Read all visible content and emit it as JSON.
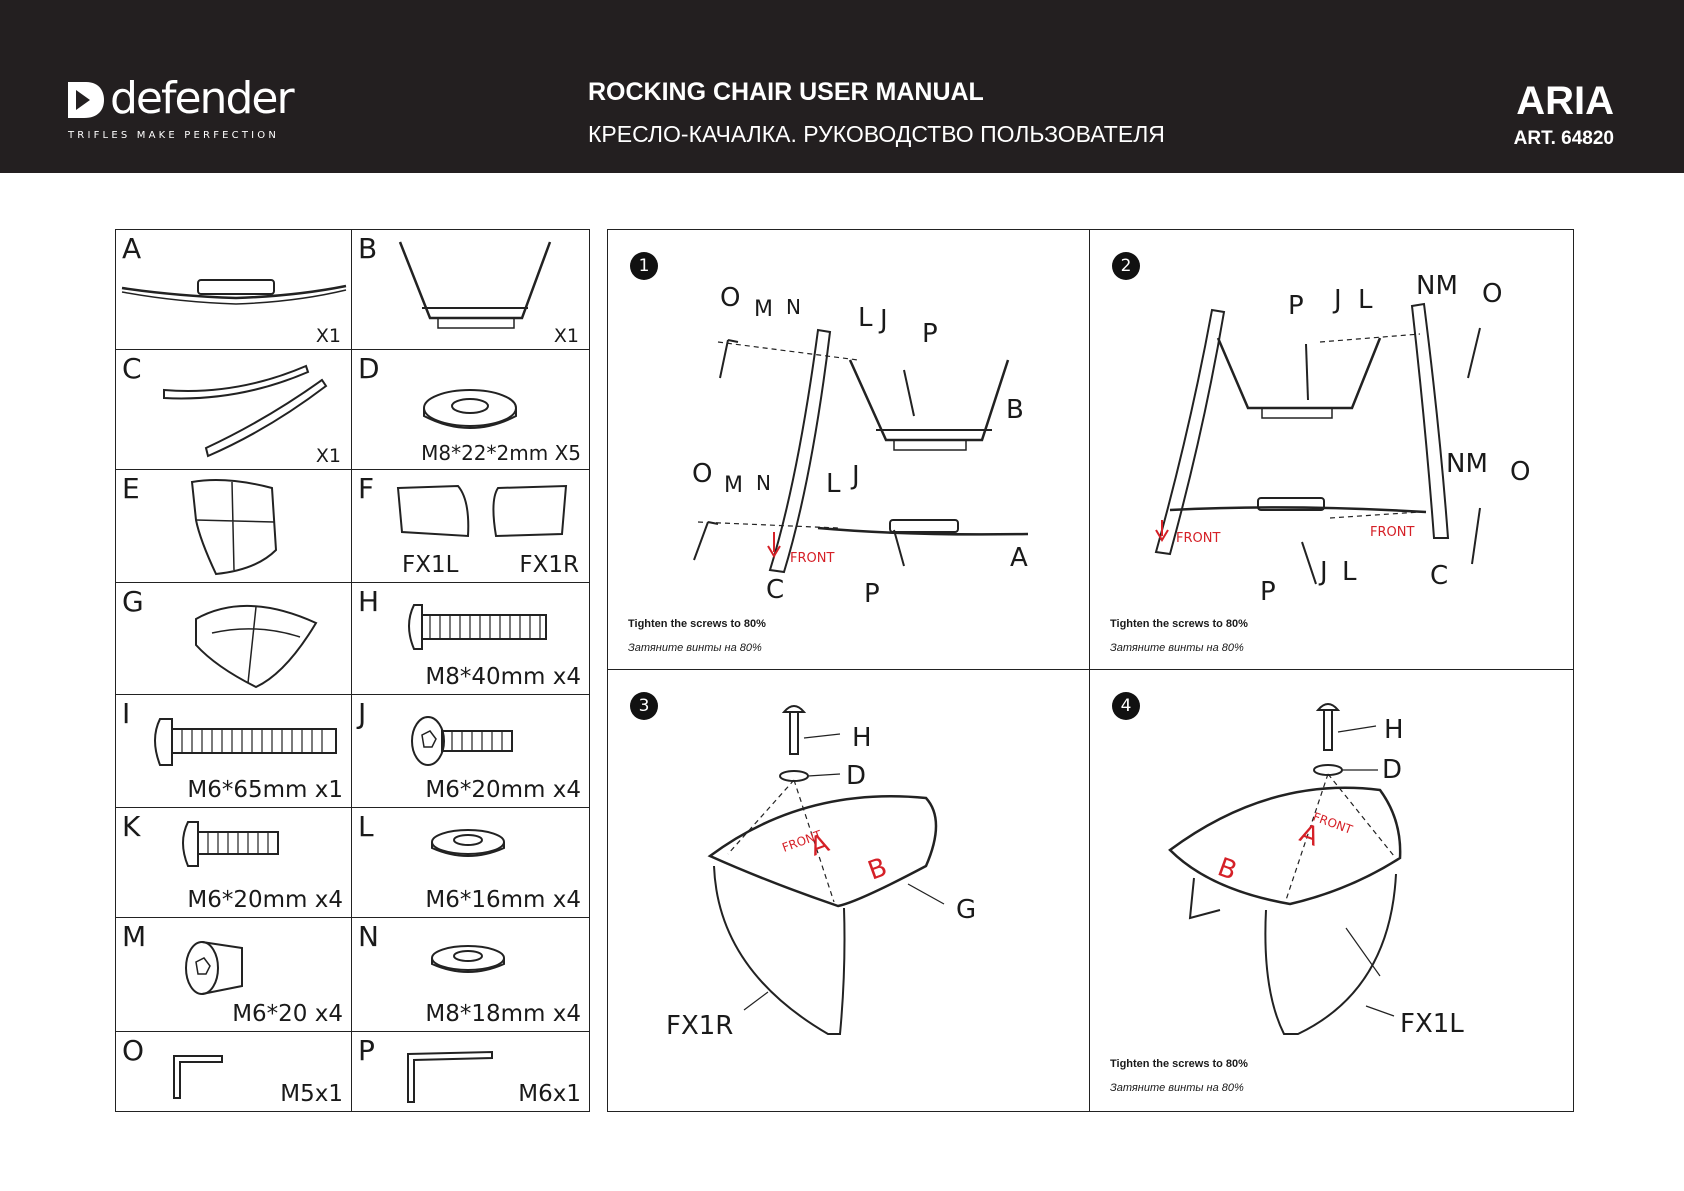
{
  "header": {
    "brand": "defender",
    "tagline": "TRIFLES MAKE PERFECTION",
    "title_en": "ROCKING CHAIR USER MANUAL",
    "title_ru": "КРЕСЛО-КАЧАЛКА. РУКОВОДСТВО ПОЛЬЗОВАТЕЛЯ",
    "model": "ARIA",
    "article": "ART. 64820"
  },
  "parts": [
    {
      "letter": "A",
      "spec": "X1"
    },
    {
      "letter": "B",
      "spec": "X1"
    },
    {
      "letter": "C",
      "spec": "X1"
    },
    {
      "letter": "D",
      "spec": "M8*22*2mm  X5"
    },
    {
      "letter": "E",
      "spec": ""
    },
    {
      "letter": "F",
      "spec": "FX1L",
      "spec2": "FX1R"
    },
    {
      "letter": "G",
      "spec": ""
    },
    {
      "letter": "H",
      "spec": "M8*40mm x4"
    },
    {
      "letter": "I",
      "spec": "M6*65mm x1"
    },
    {
      "letter": "J",
      "spec": "M6*20mm x4"
    },
    {
      "letter": "K",
      "spec": "M6*20mm x4"
    },
    {
      "letter": "L",
      "spec": "M6*16mm x4"
    },
    {
      "letter": "M",
      "spec": "M6*20 x4"
    },
    {
      "letter": "N",
      "spec": "M8*18mm x4"
    },
    {
      "letter": "O",
      "spec": "M5x1"
    },
    {
      "letter": "P",
      "spec": "M6x1"
    }
  ],
  "steps": [
    {
      "num": "1",
      "note_en": "Tighten the screws to 80%",
      "note_ru": "Затяните винты на 80%"
    },
    {
      "num": "2",
      "note_en": "Tighten the screws to 80%",
      "note_ru": "Затяните винты на 80%"
    },
    {
      "num": "3"
    },
    {
      "num": "4",
      "note_en": "Tighten the screws to 80%",
      "note_ru": "Затяните винты на 80%"
    }
  ],
  "diagram_labels": {
    "front": "FRONT",
    "O": "O",
    "M": "M",
    "N": "N",
    "L": "L",
    "J": "J",
    "P": "P",
    "A": "A",
    "B": "B",
    "C": "C",
    "D": "D",
    "G": "G",
    "H": "H",
    "NM": "NM",
    "FX1R": "FX1R",
    "FX1L": "FX1L"
  },
  "colors": {
    "header_bg": "#231f20",
    "accent_red": "#d52027"
  }
}
